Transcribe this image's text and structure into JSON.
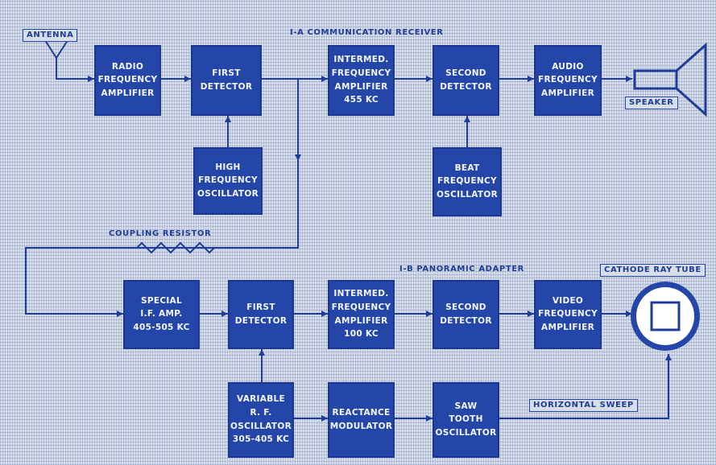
{
  "section_titles": {
    "communication_receiver": "I-A  COMMUNICATION  RECEIVER",
    "panoramic_adapter": "I-B  PANORAMIC  ADAPTER"
  },
  "labels": {
    "antenna": "ANTENNA",
    "speaker": "SPEAKER",
    "coupling_resistor": "COUPLING  RESISTOR",
    "cathode_ray_tube": "CATHODE RAY TUBE",
    "horizontal_sweep": "HORIZONTAL  SWEEP"
  },
  "receiver_blocks": {
    "rf_amplifier": [
      "RADIO",
      "FREQUENCY",
      "AMPLIFIER"
    ],
    "first_detector": [
      "FIRST",
      "DETECTOR"
    ],
    "hf_oscillator": [
      "HIGH",
      "FREQUENCY",
      "OSCILLATOR"
    ],
    "if_amplifier": [
      "INTERMED.",
      "FREQUENCY",
      "AMPLIFIER",
      "455 KC"
    ],
    "second_detector": [
      "SECOND",
      "DETECTOR"
    ],
    "bf_oscillator": [
      "BEAT",
      "FREQUENCY",
      "OSCILLATOR"
    ],
    "af_amplifier": [
      "AUDIO",
      "FREQUENCY",
      "AMPLIFIER"
    ]
  },
  "adapter_blocks": {
    "special_if_amp": [
      "SPECIAL",
      "I.F. AMP.",
      "405-505 KC"
    ],
    "first_detector": [
      "FIRST",
      "DETECTOR"
    ],
    "if_amplifier": [
      "INTERMED.",
      "FREQUENCY",
      "AMPLIFIER",
      "100 KC"
    ],
    "second_detector": [
      "SECOND",
      "DETECTOR"
    ],
    "video_amplifier": [
      "VIDEO",
      "FREQUENCY",
      "AMPLIFIER"
    ],
    "variable_rf_oscillator": [
      "VARIABLE",
      "R. F.",
      "OSCILLATOR",
      "305-405 KC"
    ],
    "reactance_modulator": [
      "REACTANCE",
      "MODULATOR"
    ],
    "saw_tooth_oscillator": [
      "SAW",
      "TOOTH",
      "OSCILLATOR"
    ]
  },
  "colors": {
    "block_fill": "#2446a8",
    "wire": "#1e3d99",
    "background": "#d7dde9",
    "block_text": "#f4f6ff"
  }
}
